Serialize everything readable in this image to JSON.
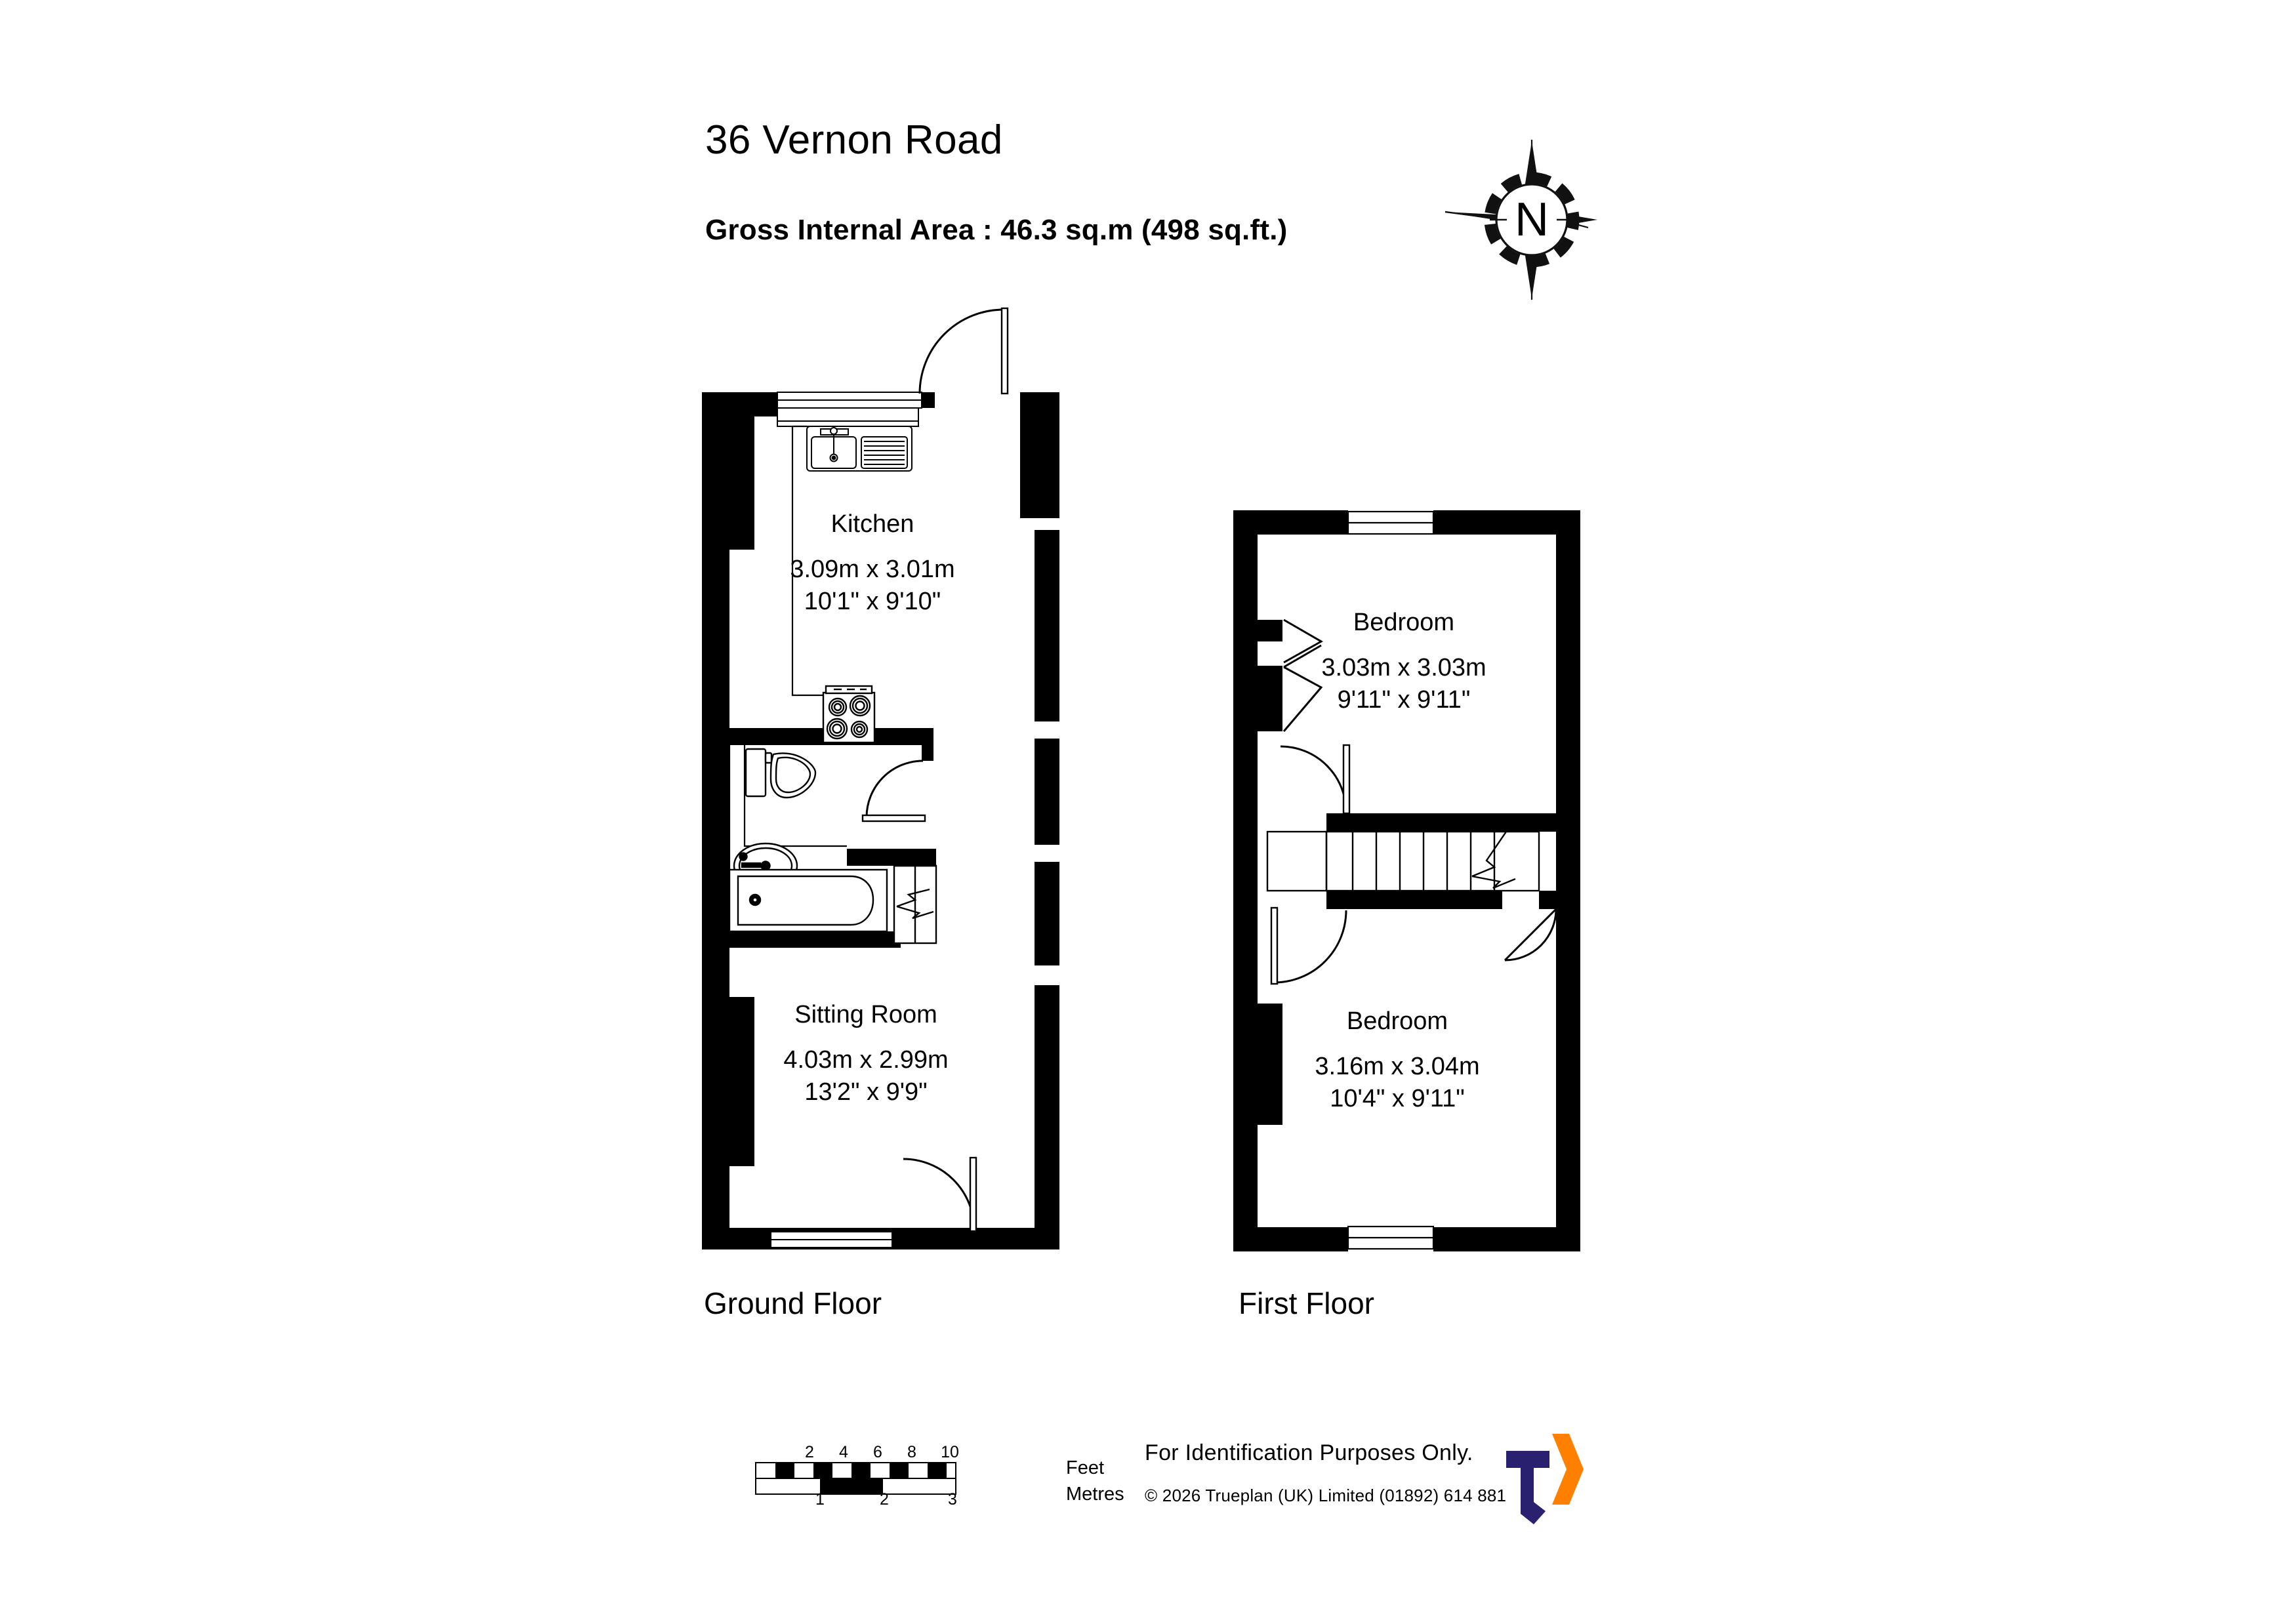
{
  "header": {
    "title": "36 Vernon Road",
    "gross_internal_area": "Gross Internal Area  :  46.3 sq.m   (498 sq.ft.)",
    "compass_label": "N"
  },
  "floors": [
    {
      "id": "ground",
      "label": "Ground Floor",
      "rooms": [
        {
          "name": "Kitchen",
          "metric": "3.09m  x  3.01m",
          "imperial": "10'1\"  x  9'10\""
        },
        {
          "name": "Sitting Room",
          "metric": "4.03m  x  2.99m",
          "imperial": "13'2\"  x  9'9\""
        }
      ],
      "fixtures": [
        "sink",
        "hob",
        "wc",
        "basin",
        "bath",
        "stairs-down"
      ]
    },
    {
      "id": "first",
      "label": "First Floor",
      "rooms": [
        {
          "name": "Bedroom",
          "metric": "3.03m  x  3.03m",
          "imperial": "9'11\"  x  9'11\""
        },
        {
          "name": "Bedroom",
          "metric": "3.16m  x  3.04m",
          "imperial": "10'4\"  x  9'11\""
        }
      ],
      "fixtures": [
        "stairs-up"
      ]
    }
  ],
  "scale": {
    "feet_label": "Feet",
    "metres_label": "Metres",
    "feet_ticks": [
      "2",
      "4",
      "6",
      "8",
      "10"
    ],
    "metre_ticks": [
      "1",
      "2",
      "3"
    ]
  },
  "legal": {
    "disclaimer": "For  Identification  Purposes  Only.",
    "copyright": "©  2026 Trueplan (UK) Limited  (01892) 614 881"
  },
  "logo": {
    "navy": "#2a2070",
    "orange": "#ff8000"
  },
  "colors": {
    "wall": "#000000",
    "background": "#ffffff",
    "line": "#000000"
  }
}
